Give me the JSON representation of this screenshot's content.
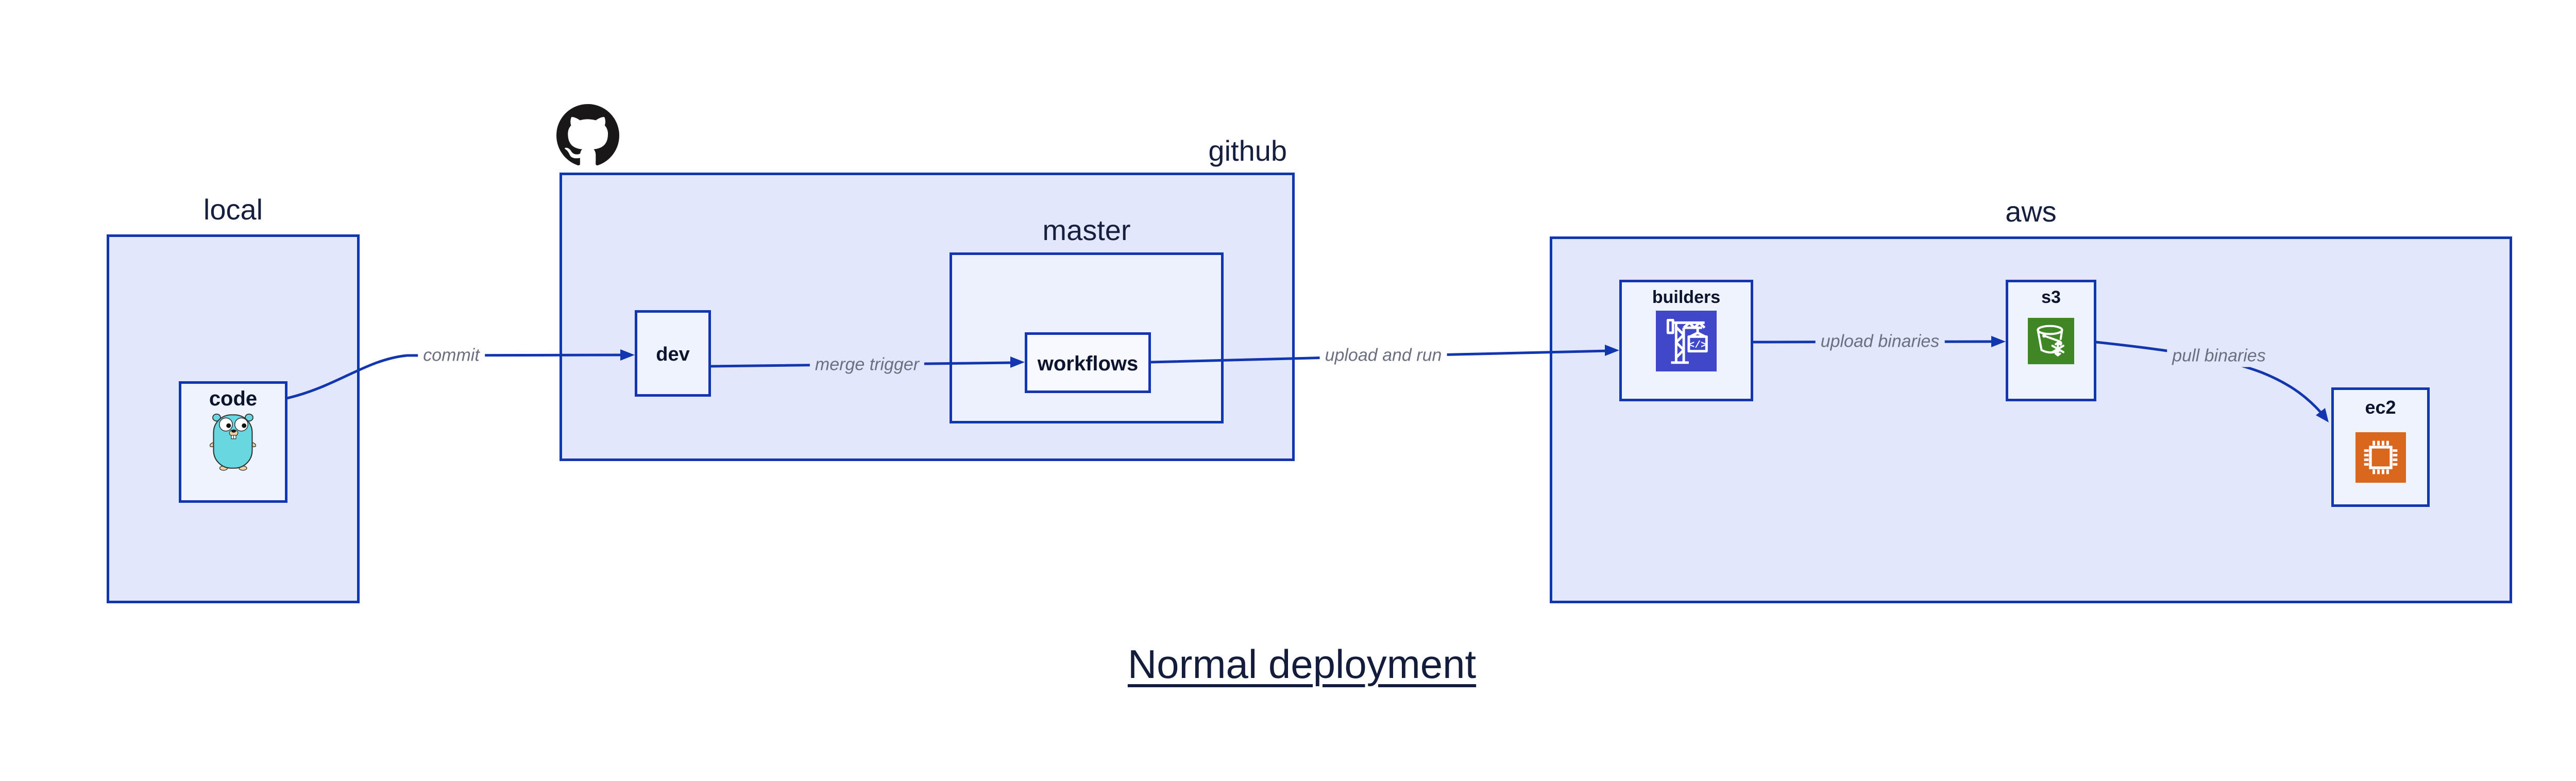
{
  "diagram_title": "Normal deployment",
  "containers": {
    "local": {
      "label": "local"
    },
    "github": {
      "label": "github"
    },
    "master": {
      "label": "master"
    },
    "aws": {
      "label": "aws"
    }
  },
  "nodes": {
    "code": {
      "label": "code",
      "icon": "go-gopher-icon"
    },
    "dev": {
      "label": "dev"
    },
    "workflows": {
      "label": "workflows"
    },
    "builders": {
      "label": "builders",
      "icon": "codebuild-crane-icon",
      "icon_glyph": "</>"
    },
    "s3": {
      "label": "s3",
      "icon": "s3-glacier-bucket-icon"
    },
    "ec2": {
      "label": "ec2",
      "icon": "ec2-chip-icon"
    }
  },
  "edges": [
    {
      "from": "code",
      "to": "dev",
      "label": "commit"
    },
    {
      "from": "dev",
      "to": "workflows",
      "label": "merge trigger"
    },
    {
      "from": "workflows",
      "to": "builders",
      "label": "upload and run"
    },
    {
      "from": "builders",
      "to": "s3",
      "label": "upload binaries"
    },
    {
      "from": "s3",
      "to": "ec2",
      "label": "pull binaries"
    }
  ],
  "logos": {
    "github_mark": "github-octocat-logo"
  },
  "colors": {
    "box_border": "#1236b0",
    "container_fill": "#e2e7fb",
    "mid_container_fill": "#edf1fd",
    "node_fill": "#eff3fe",
    "inner_node_fill": "#f7f9ff",
    "edge_line": "#1236b0",
    "edge_label_text": "#6b7080",
    "node_label_text": "#0c142e",
    "container_label_text": "#161f3d",
    "codebuild_purple": "#4147c9",
    "s3_green": "#3f8624",
    "ec2_orange": "#d9671e",
    "gopher_cyan": "#67d7e2",
    "github_black": "#191717"
  }
}
